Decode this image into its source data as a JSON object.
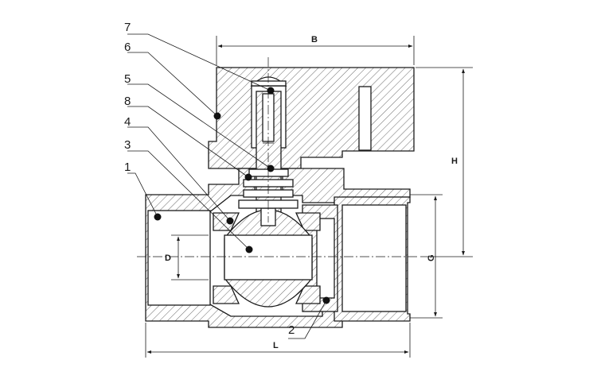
{
  "callouts": [
    "7",
    "6",
    "5",
    "8",
    "4",
    "3",
    "1",
    "2"
  ],
  "dimensions": {
    "B": "B",
    "H": "H",
    "D": "D",
    "G": "G",
    "L": "L"
  }
}
